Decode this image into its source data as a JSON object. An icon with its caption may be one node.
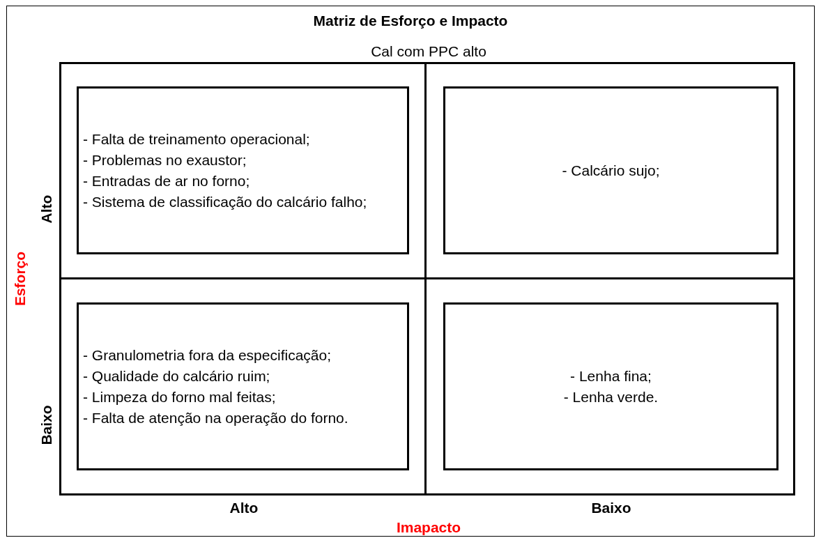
{
  "diagram": {
    "title": "Matriz de Esforço e Impacto",
    "nodes": [
      {
        "text": [
          "- Falta de treinamento operacional;",
          "- Problemas no exaustor;",
          "- Entradas de ar no forno;",
          "- Sistema de classificação do calcário falho;"
        ]
      },
      {
        "text": [
          "- Calcário sujo;"
        ]
      },
      {
        "text": [
          "- Granulometria fora da especificação;",
          "- Qualidade do calcário ruim;",
          "- Limpeza do forno mal feitas;",
          "- Falta de atenção na operação do forno."
        ]
      },
      {
        "text": [
          "- Lenha fina;",
          "- Lenha verde."
        ]
      }
    ],
    "labels": [
      "Cal com PPC alto",
      "Alto",
      "Esforço",
      "Baixo",
      "Alto",
      "Baixo",
      "Imapacto"
    ]
  }
}
